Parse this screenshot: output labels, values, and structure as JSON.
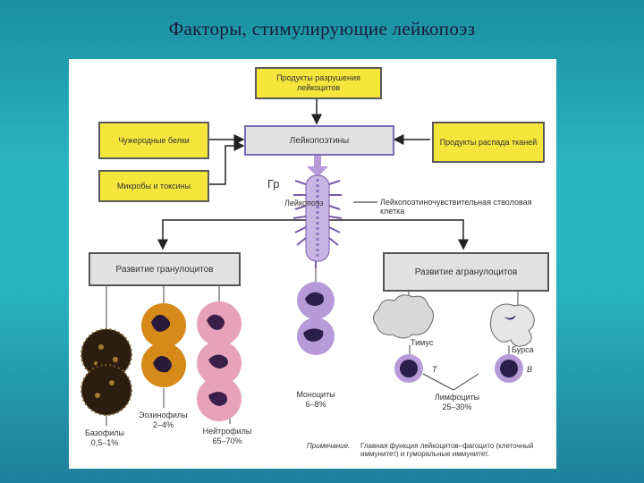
{
  "slide": {
    "title": "Факторы, стимулирующие лейкопоэз"
  },
  "boxes": {
    "products_top": "Продукты разрушения лейкоцитов",
    "leukopoietins": "Лейкопоэтины",
    "foreign_proteins": "Чужеродные белки",
    "microbes": "Микробы и токсины",
    "tissue_products": "Продукты распада тканей",
    "granulocyte_dev": "Развитие гранулоцитов",
    "agranulocyte_dev": "Развитие агранулоцитов"
  },
  "labels": {
    "gr": "Гр",
    "leukopoiesis": "Лейкопоэз",
    "stem_cell": "Лейкопоэтиночувствительная стволовая клетка",
    "monocytes": "Моноциты",
    "monocytes_pct": "6–8%",
    "thymus": "Тимус",
    "bursa": "Бурса",
    "t": "T",
    "b": "B",
    "lymphocytes": "Лимфоциты",
    "lymphocytes_pct": "25–30%",
    "eosinophils": "Эозинофилы",
    "eosinophils_pct": "2–4%",
    "basophils": "Базофилы",
    "basophils_pct": "0,5–1%",
    "neutrophils": "Нейтрофилы",
    "neutrophils_pct": "65–70%",
    "note_label": "Примечание.",
    "note_text": "Главная функция лейкоцитов–фагоцито (клеточный иммунитет) и гуморальные иммунитет."
  }
}
